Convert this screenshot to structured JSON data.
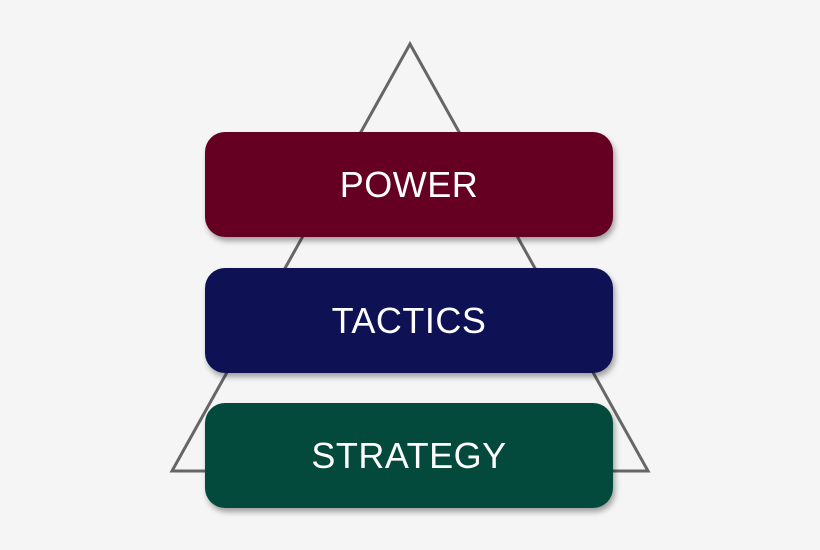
{
  "diagram": {
    "tiers": [
      {
        "label": "POWER",
        "color": "#660022"
      },
      {
        "label": "TACTICS",
        "color": "#0e1254"
      },
      {
        "label": "STRATEGY",
        "color": "#034a3d"
      }
    ],
    "outline_color": "#666666"
  }
}
